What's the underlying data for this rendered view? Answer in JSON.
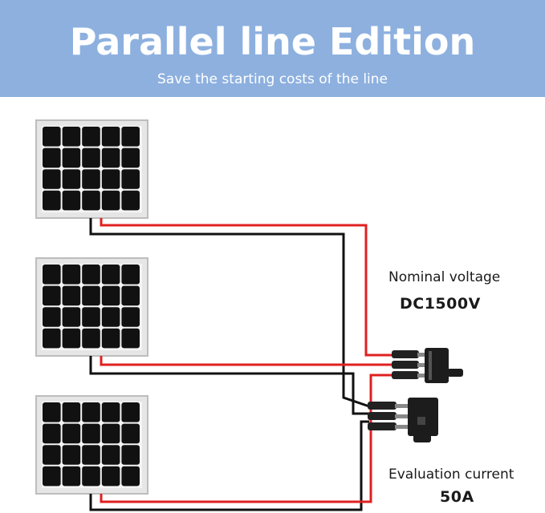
{
  "header": {
    "title": "Parallel line Edition",
    "subtitle": "Save the starting costs of the line",
    "background_color": "#8db0df"
  },
  "specs": {
    "voltage_label": "Nominal voltage",
    "voltage_value": "DC1500V",
    "current_label": "Evaluation current",
    "current_value": "50A"
  },
  "diagram": {
    "panel_count": 3,
    "positive_wire_color": "#e02020",
    "negative_wire_color": "#111111",
    "panel_cell_color": "#111111",
    "panel_frame_color": "#cfcfcf"
  }
}
